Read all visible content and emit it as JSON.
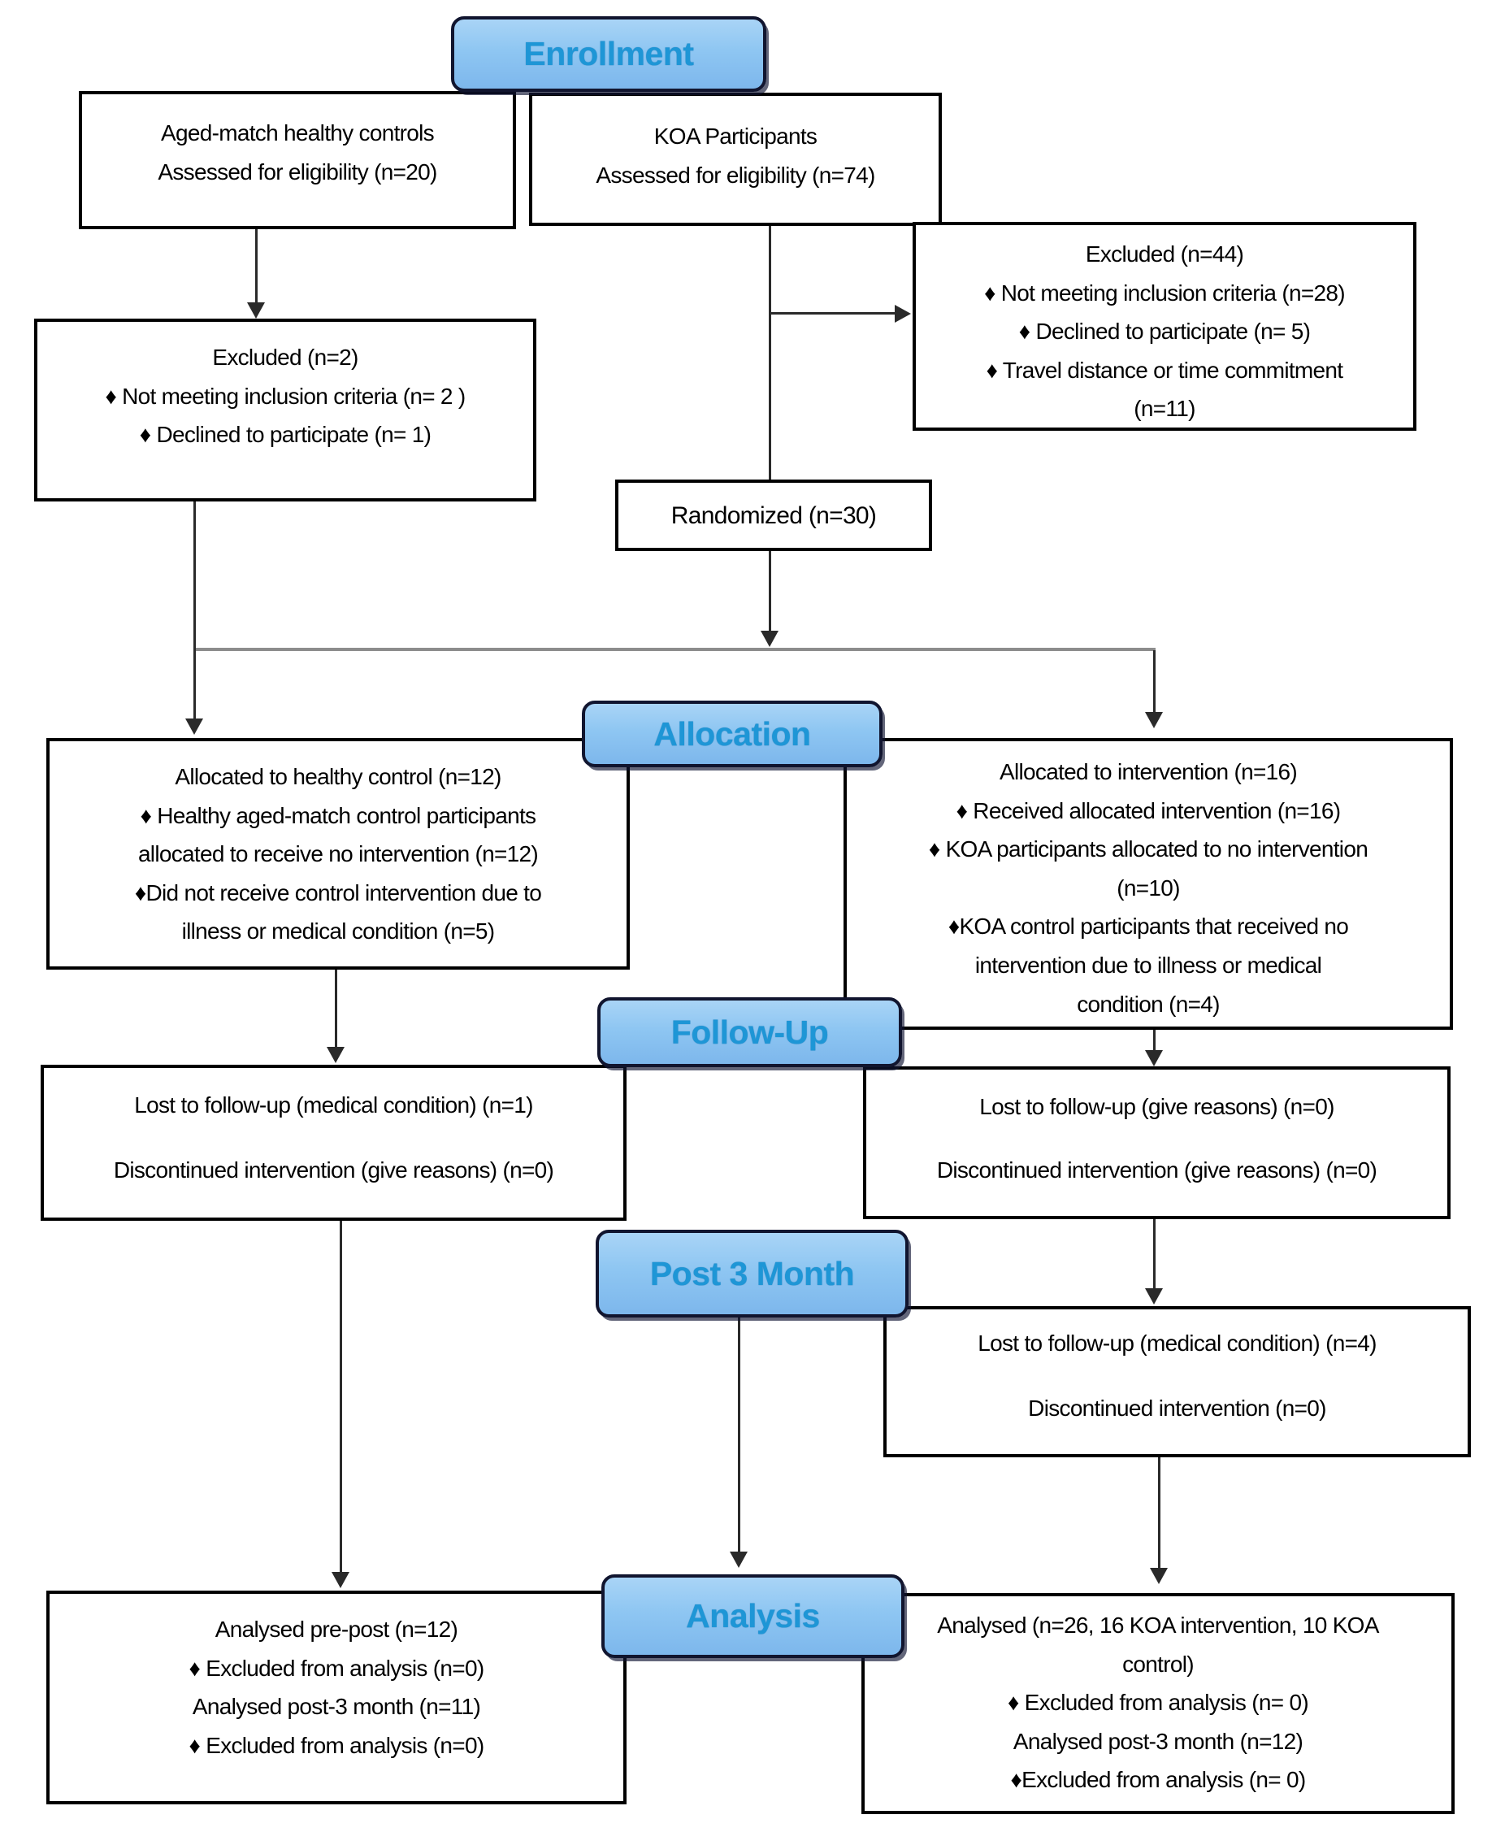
{
  "stages": {
    "enrollment": "Enrollment",
    "allocation": "Allocation",
    "follow_up": "Follow-Up",
    "post_3_month": "Post 3 Month",
    "analysis": "Analysis"
  },
  "boxes": {
    "healthy_controls_eligibility": {
      "lines": [
        "Aged-match healthy controls",
        "Assessed for eligibility (n=20)"
      ]
    },
    "koa_participants_eligibility": {
      "lines": [
        "KOA Participants",
        "Assessed for eligibility (n=74)"
      ]
    },
    "koa_excluded": {
      "lines": [
        "Excluded (n=44)",
        "♦ Not meeting inclusion criteria (n=28)",
        "♦ Declined to participate (n= 5)",
        "♦ Travel distance or time commitment",
        "(n=11)"
      ]
    },
    "controls_excluded": {
      "lines": [
        "Excluded (n=2)",
        "♦ Not meeting inclusion criteria (n= 2 )",
        "♦ Declined to participate (n= 1)"
      ]
    },
    "randomized": {
      "lines": [
        "Randomized (n=30)"
      ]
    },
    "allocated_healthy_control": {
      "lines": [
        "Allocated to healthy control (n=12)",
        "♦ Healthy aged-match control participants",
        "allocated to receive no intervention (n=12)",
        "♦Did not receive control intervention due to",
        "illness or medical condition (n=5)"
      ]
    },
    "allocated_intervention": {
      "lines": [
        "Allocated to intervention (n=16)",
        "♦ Received allocated intervention (n=16)",
        "♦ KOA participants allocated to no intervention",
        "(n=10)",
        "♦KOA control participants that received no",
        "intervention due to illness or medical",
        "condition (n=4)"
      ]
    },
    "followup_control": {
      "lines": [
        "Lost to follow-up (medical condition) (n=1)",
        "Discontinued intervention (give reasons) (n=0)"
      ]
    },
    "followup_intervention": {
      "lines": [
        "Lost to follow-up (give reasons) (n=0)",
        "Discontinued intervention (give reasons) (n=0)"
      ]
    },
    "post3month_intervention": {
      "lines": [
        "Lost to follow-up (medical condition) (n=4)",
        "Discontinued intervention (n=0)"
      ]
    },
    "analysis_control": {
      "lines": [
        "Analysed pre-post (n=12)",
        "♦ Excluded from analysis (n=0)",
        "Analysed post-3 month (n=11)",
        "♦ Excluded from analysis (n=0)"
      ]
    },
    "analysis_intervention": {
      "lines": [
        "Analysed (n=26, 16 KOA intervention, 10 KOA",
        "control)",
        "♦ Excluded from analysis (n= 0)",
        "Analysed post-3 month (n=12)",
        "♦Excluded from analysis (n= 0)"
      ]
    }
  },
  "colors": {
    "stage_fill": "#8ec6f2",
    "stage_border": "#11152f",
    "stage_text": "#1e96d6",
    "box_border": "#000000",
    "box_text": "#000000",
    "connector": "#2a2a2a",
    "junction_line": "#8c8c8c",
    "background": "#ffffff"
  }
}
